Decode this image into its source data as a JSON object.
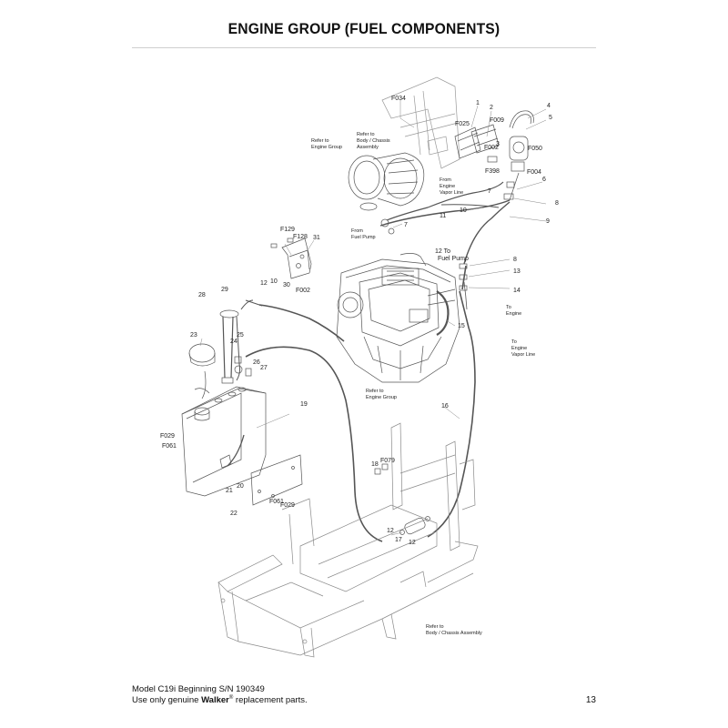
{
  "title": "ENGINE GROUP (FUEL COMPONENTS)",
  "footer": {
    "model": "Model C19i Beginning S/N 190349",
    "replacement_prefix": "Use only genuine ",
    "brand": "Walker",
    "reg": "®",
    "replacement_suffix": " replacement parts.",
    "page_number": "13"
  },
  "callouts": {
    "F034": "F034",
    "c1": "1",
    "c2": "2",
    "c3": "3",
    "c4": "4",
    "c5": "5",
    "F025": "F025",
    "F009": "F009",
    "F002a": "F002",
    "F050": "F050",
    "F004": "F004",
    "F398": "F398",
    "c6": "6",
    "c7a": "7",
    "c8a": "8",
    "c10": "10",
    "c11": "11",
    "c7b": "7",
    "c9": "9",
    "F129": "F129",
    "F128": "F128",
    "c31": "31",
    "c12a": "12",
    "c10b": "10",
    "c30": "30",
    "F002b": "F002",
    "c29": "29",
    "c28": "28",
    "c8b": "8",
    "c13": "13",
    "c14": "14",
    "c15": "15",
    "c23": "23",
    "c25": "25",
    "c24": "24",
    "c26": "26",
    "c27": "27",
    "c19": "19",
    "c16": "16",
    "F029a": "F029",
    "F061a": "F061",
    "c18": "18",
    "F079": "F079",
    "c21": "21",
    "c20": "20",
    "c22": "22",
    "F061b": "F061",
    "F029b": "F029",
    "c12c": "12",
    "c17": "17",
    "c12d": "12"
  },
  "notes": {
    "refer_engine_group_top": [
      "Refer to",
      "Engine Group"
    ],
    "refer_body_chassis_top": [
      "Refer to",
      "Body / Chassis",
      "Assembly"
    ],
    "from_engine_vapor": [
      "From",
      "Engine",
      "Vapor Line"
    ],
    "from_fuel_pump": [
      "From",
      "Fuel Pump"
    ],
    "to_fuel_pump": [
      "12 To",
      "Fuel Pump"
    ],
    "to_engine": [
      "To",
      "Engine"
    ],
    "to_engine_vapor": [
      "To",
      "Engine",
      "Vapor Line"
    ],
    "refer_engine_group_mid": [
      "Refer to",
      "Engine Group"
    ],
    "refer_body_chassis_bottom": [
      "Refer to",
      "Body / Chassis Assembly"
    ]
  }
}
